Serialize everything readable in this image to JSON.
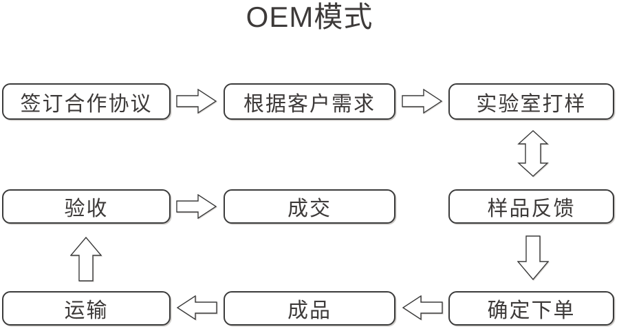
{
  "title": "OEM模式",
  "colors": {
    "background": "#ffffff",
    "outline": "#3a3a3a",
    "text": "#3d3a39"
  },
  "nodes": {
    "sign_agreement": "签订合作协议",
    "customer_needs": "根据客户需求",
    "lab_sampling": "实验室打样",
    "acceptance": "验收",
    "deal": "成交",
    "sample_feedback": "样品反馈",
    "transport": "运输",
    "finished_product": "成品",
    "confirm_order": "确定下单"
  },
  "arrows": [
    {
      "from": "签订合作协议",
      "to": "根据客户需求",
      "direction": "right"
    },
    {
      "from": "根据客户需求",
      "to": "实验室打样",
      "direction": "right"
    },
    {
      "from": "实验室打样",
      "to": "样品反馈",
      "direction": "double-vertical"
    },
    {
      "from": "样品反馈",
      "to": "确定下单",
      "direction": "down"
    },
    {
      "from": "确定下单",
      "to": "成品",
      "direction": "left"
    },
    {
      "from": "成品",
      "to": "运输",
      "direction": "left"
    },
    {
      "from": "运输",
      "to": "验收",
      "direction": "up"
    },
    {
      "from": "验收",
      "to": "成交",
      "direction": "right"
    }
  ]
}
